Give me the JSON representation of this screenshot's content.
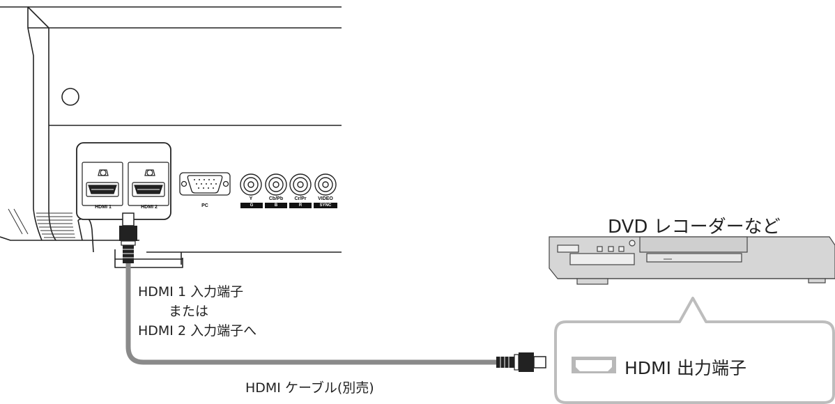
{
  "projector": {
    "ports": {
      "hdmi1": "HDMI 1",
      "hdmi2": "HDMI 2",
      "pc": "PC",
      "y": "Y",
      "cb": "Cb/Pb",
      "cr": "Cr/Pr",
      "video": "VIDEO",
      "g": "G",
      "b": "B",
      "r": "R",
      "sync": "SYNC"
    }
  },
  "labels": {
    "dvd_title": "DVD レコーダーなど",
    "input_line1": "HDMI 1 入力端子",
    "input_line2": "または",
    "input_line3": "HDMI 2 入力端子へ",
    "cable": "HDMI ケーブル(別売)",
    "output": "HDMI 出力端子"
  },
  "colors": {
    "line": "#222222",
    "cable": "#8a8a8a",
    "callout_border": "#bdbdbd",
    "output_port": "#b8b8b8"
  }
}
